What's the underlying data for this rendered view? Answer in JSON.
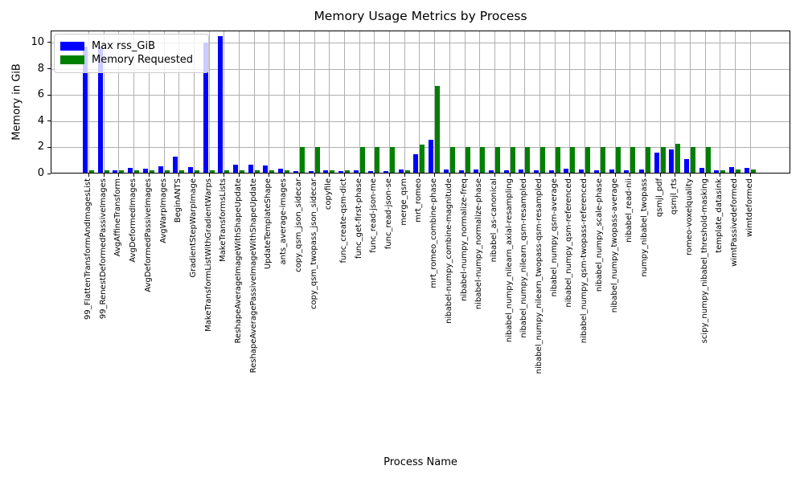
{
  "chart_data": {
    "type": "bar",
    "title": "Memory Usage Metrics by Process",
    "xlabel": "Process Name",
    "ylabel": "Memory in GiB",
    "yticks": [
      0,
      2,
      4,
      6,
      8,
      10
    ],
    "ylim": [
      0,
      10.92
    ],
    "grid": true,
    "legend_position": "upper left",
    "categories": [
      "99_FlattenTransformAndImagesList",
      "99_RenestDeformedPassiveImages",
      "AvgAffineTransform",
      "AvgDeformedImages",
      "AvgDeformedPassiveImages",
      "AvgWarpImages",
      "BeginANTS",
      "GradientStepWarpImage",
      "MakeTransformListWithGradientWarps",
      "MakeTransformsLists",
      "ReshapeAverageImageWithShapeUpdate",
      "ReshapeAveragePassiveImageWithShapeUpdate",
      "UpdateTemplateShape",
      "ants_average-images",
      "copy_qsm_json_sidecar",
      "copy_qsm_twopass_json_sidecar",
      "copyfile",
      "func_create-qsm-dict",
      "func_get-first-phase",
      "func_read-json-me",
      "func_read-json-se",
      "merge_qsm",
      "mrt_romeo",
      "mrt_romeo_combine-phase",
      "nibabel-numpy_combine-magnitude",
      "nibabel-numpy_normalize-freq",
      "nibabel-numpy_normalize-phase",
      "nibabel_as-canonical",
      "nibabel_numpy_nilearn_axial-resampling",
      "nibabel_numpy_nilearn_qsm-resampled",
      "nibabel_numpy_nilearn_twopass-qsm-resampled",
      "nibabel_numpy_qsm-average",
      "nibabel_numpy_qsm-referenced",
      "nibabel_numpy_qsm-twopass-referenced",
      "nibabel_numpy_scale-phase",
      "nibabel_numpy_twopass-average",
      "nibabel_read-nii",
      "numpy_nibabel_twopass",
      "qsmjl_pdf",
      "qsmjl_rts",
      "romeo-voxelquality",
      "scipy_numpy_nibabel_threshold-masking",
      "template_datasink",
      "wimtPassivedeformed",
      "wimtdeformed"
    ],
    "series": [
      {
        "name": "Max rss_GiB",
        "color": "#0000ff",
        "values": [
          9.7,
          9.7,
          0.25,
          0.4,
          0.35,
          0.55,
          1.3,
          0.5,
          10.0,
          10.5,
          0.65,
          0.65,
          0.6,
          0.35,
          0.2,
          0.2,
          0.25,
          0.2,
          0.25,
          0.2,
          0.2,
          0.3,
          1.45,
          2.55,
          0.3,
          0.25,
          0.3,
          0.25,
          0.25,
          0.3,
          0.25,
          0.25,
          0.35,
          0.3,
          0.25,
          0.3,
          0.25,
          0.3,
          1.6,
          1.85,
          1.1,
          0.4,
          0.25,
          0.5,
          0.45
        ]
      },
      {
        "name": "Memory Requested",
        "color": "#008000",
        "values": [
          0.25,
          0.25,
          0.25,
          0.25,
          0.25,
          0.25,
          0.25,
          0.25,
          0.25,
          0.25,
          0.25,
          0.25,
          0.25,
          0.25,
          2.0,
          2.0,
          0.25,
          0.25,
          2.0,
          2.0,
          2.0,
          0.25,
          2.2,
          6.7,
          2.0,
          2.0,
          2.0,
          2.0,
          2.0,
          2.0,
          2.0,
          2.0,
          2.0,
          2.0,
          2.0,
          2.0,
          2.0,
          2.0,
          2.0,
          2.25,
          2.0,
          2.0,
          0.25,
          0.3,
          0.3
        ]
      }
    ]
  }
}
